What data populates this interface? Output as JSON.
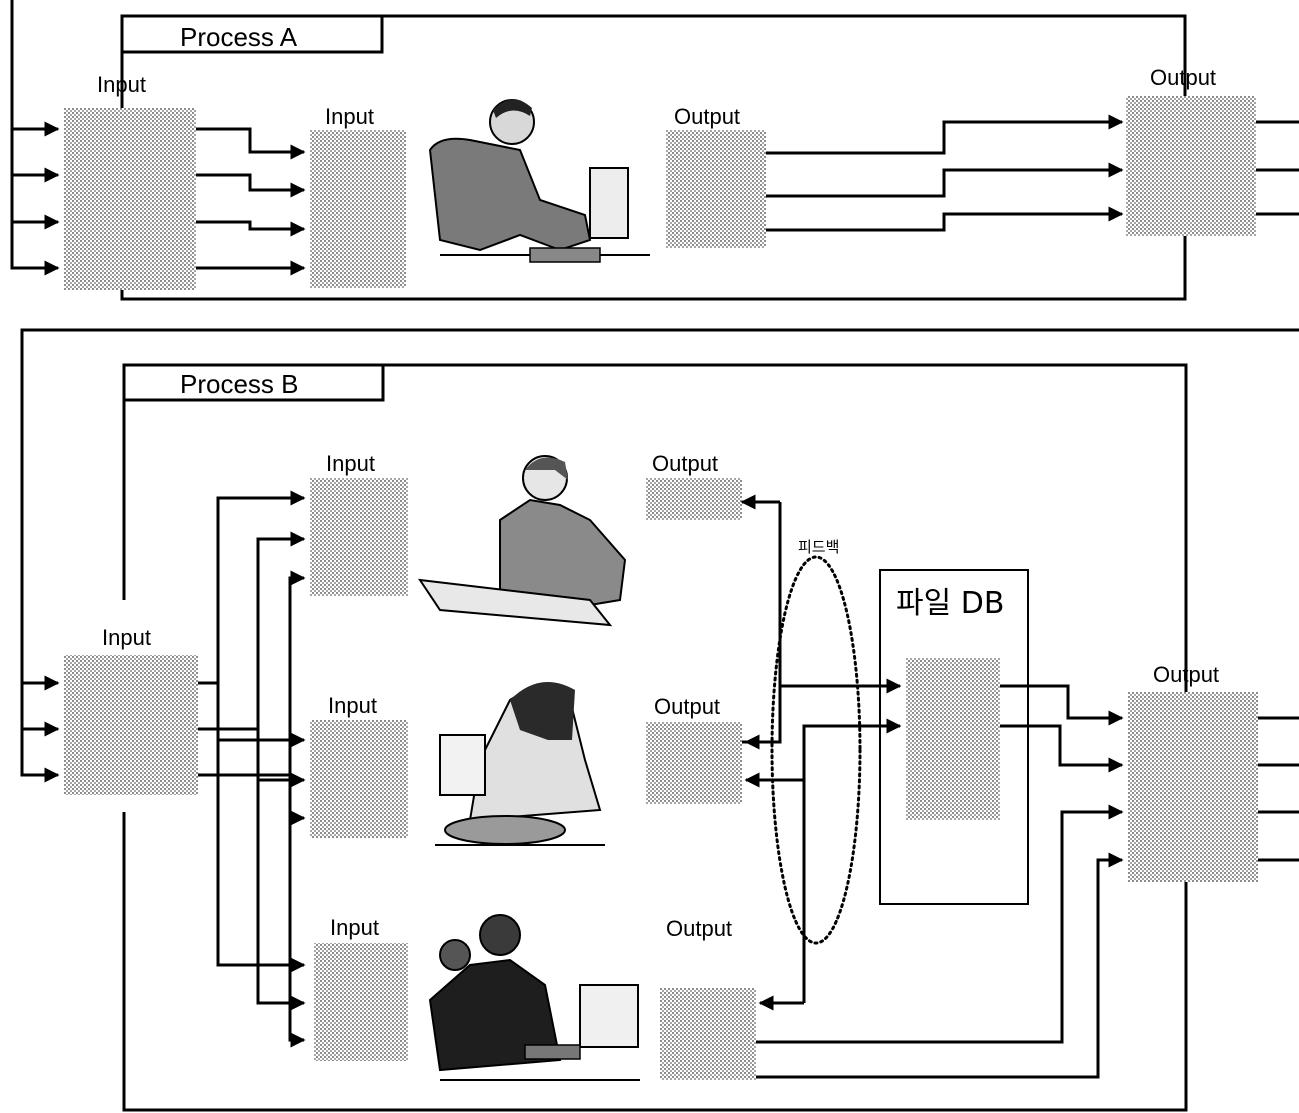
{
  "process_a": {
    "title": "Process A",
    "input_outer": "Input",
    "input_inner": "Input",
    "output_inner": "Output",
    "output_outer": "Output",
    "worker_icon": "man-at-desk-icon"
  },
  "process_b": {
    "title": "Process B",
    "input_outer": "Input",
    "input_1": "Input",
    "input_2": "Input",
    "input_3": "Input",
    "output_1": "Output",
    "output_2": "Output",
    "output_3": "Output",
    "output_outer": "Output",
    "feedback_label": "피드백",
    "file_db_label": "파일 DB",
    "worker_icons": [
      "woman-at-desk-icon",
      "woman-at-computer-icon",
      "man-at-computer-icon"
    ]
  },
  "colors": {
    "stroke": "#000000",
    "doc_fill": "#c8c8c8",
    "background": "#ffffff"
  }
}
